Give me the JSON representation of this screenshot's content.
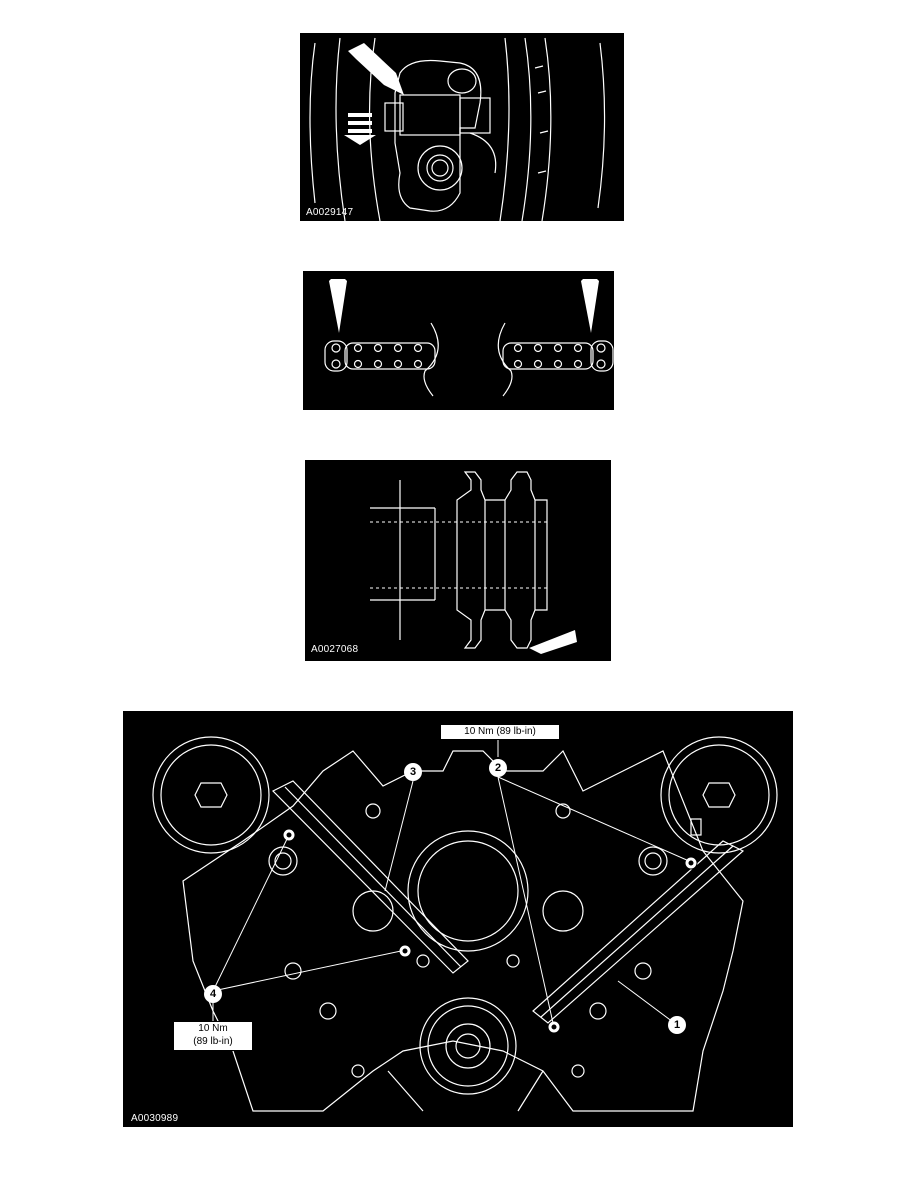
{
  "figures": [
    {
      "id": "A0029147"
    },
    {
      "id": ""
    },
    {
      "id": "A0027068"
    },
    {
      "id": "A0030989"
    }
  ],
  "timing_diagram": {
    "torque_top": "10 Nm (89 lb-in)",
    "torque_left_line1": "10 Nm",
    "torque_left_line2": "(89 lb-in)",
    "callouts": [
      "1",
      "2",
      "3",
      "4"
    ]
  },
  "colors": {
    "background": "#000000",
    "lines": "#ffffff"
  }
}
